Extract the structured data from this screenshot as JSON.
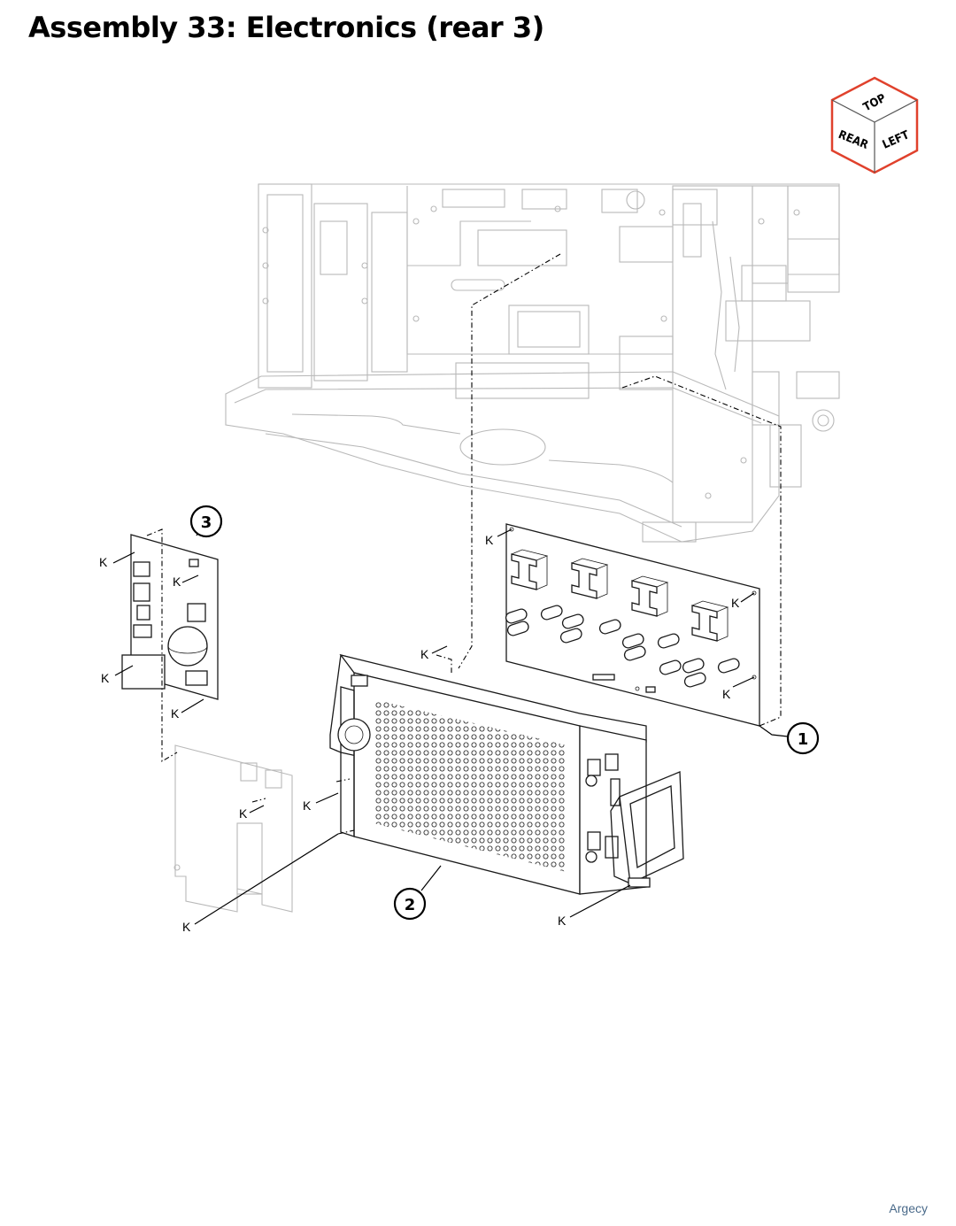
{
  "page": {
    "title": "Assembly 33: Electronics (rear 3)",
    "footer": "Argecy"
  },
  "orientation_cube": {
    "top_label": "TOP",
    "rear_label": "REAR",
    "left_label": "LEFT",
    "border_color": "#e0412c"
  },
  "callouts": [
    {
      "id": "callout-1",
      "label": "1"
    },
    {
      "id": "callout-2",
      "label": "2"
    },
    {
      "id": "callout-3",
      "label": "3"
    }
  ],
  "k_label": "K"
}
